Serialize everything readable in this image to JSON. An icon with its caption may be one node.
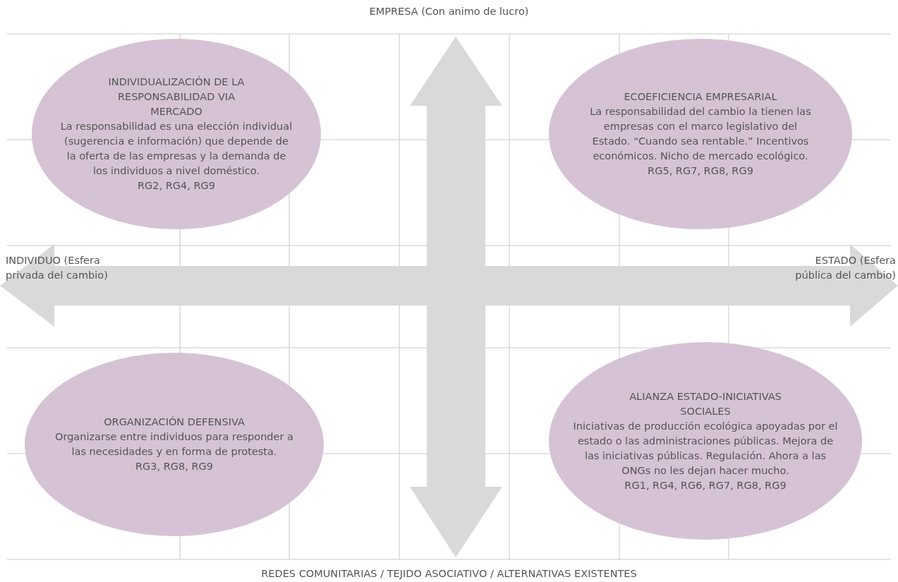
{
  "diagram": {
    "nodes": [
      {
        "text": [
          "INDIVIDUALIZACIÓN DE LA RESPONSABILIDAD VIA MERCADO",
          "La responsabilidad es una elección individual (sugerencia e información) que depende de la oferta de las empresas y la demanda de los individuos a nivel doméstico.",
          "RG2, RG4, RG9"
        ]
      },
      {
        "text": [
          "ECOEFICIENCIA EMPRESARIAL",
          "La responsabilidad del cambio la tienen las empresas con el marco legislativo del Estado. “Cuando sea rentable.” Incentivos económicos. Nicho de mercado ecológico.",
          "RG5, RG7, RG8, RG9"
        ]
      },
      {
        "text": [
          "ORGANIZACIÓN DEFENSIVA",
          "Organizarse entre individuos para responder a las necesidades y en forma de protesta.",
          "RG3, RG8, RG9"
        ]
      },
      {
        "text": [
          "ALIANZA ESTADO-INICIATIVAS SOCIALES",
          "Iniciativas de producción ecológica apoyadas por el estado o las administraciones públicas. Mejora de las iniciativas públicas. Regulación. Ahora a las ONGs no les dejan hacer mucho.",
          "RG1, RG4, RG6, RG7, RG8, RG9"
        ]
      }
    ],
    "labels": [
      "EMPRESA (Con animo de lucro)",
      "INDIVIDUO (Esfera privada del cambio)",
      "ESTADO (Esfera pública del cambio)",
      "REDES COMUNITARIAS / TEJIDO ASOCIATIVO / ALTERNATIVAS EXISTENTES"
    ]
  }
}
